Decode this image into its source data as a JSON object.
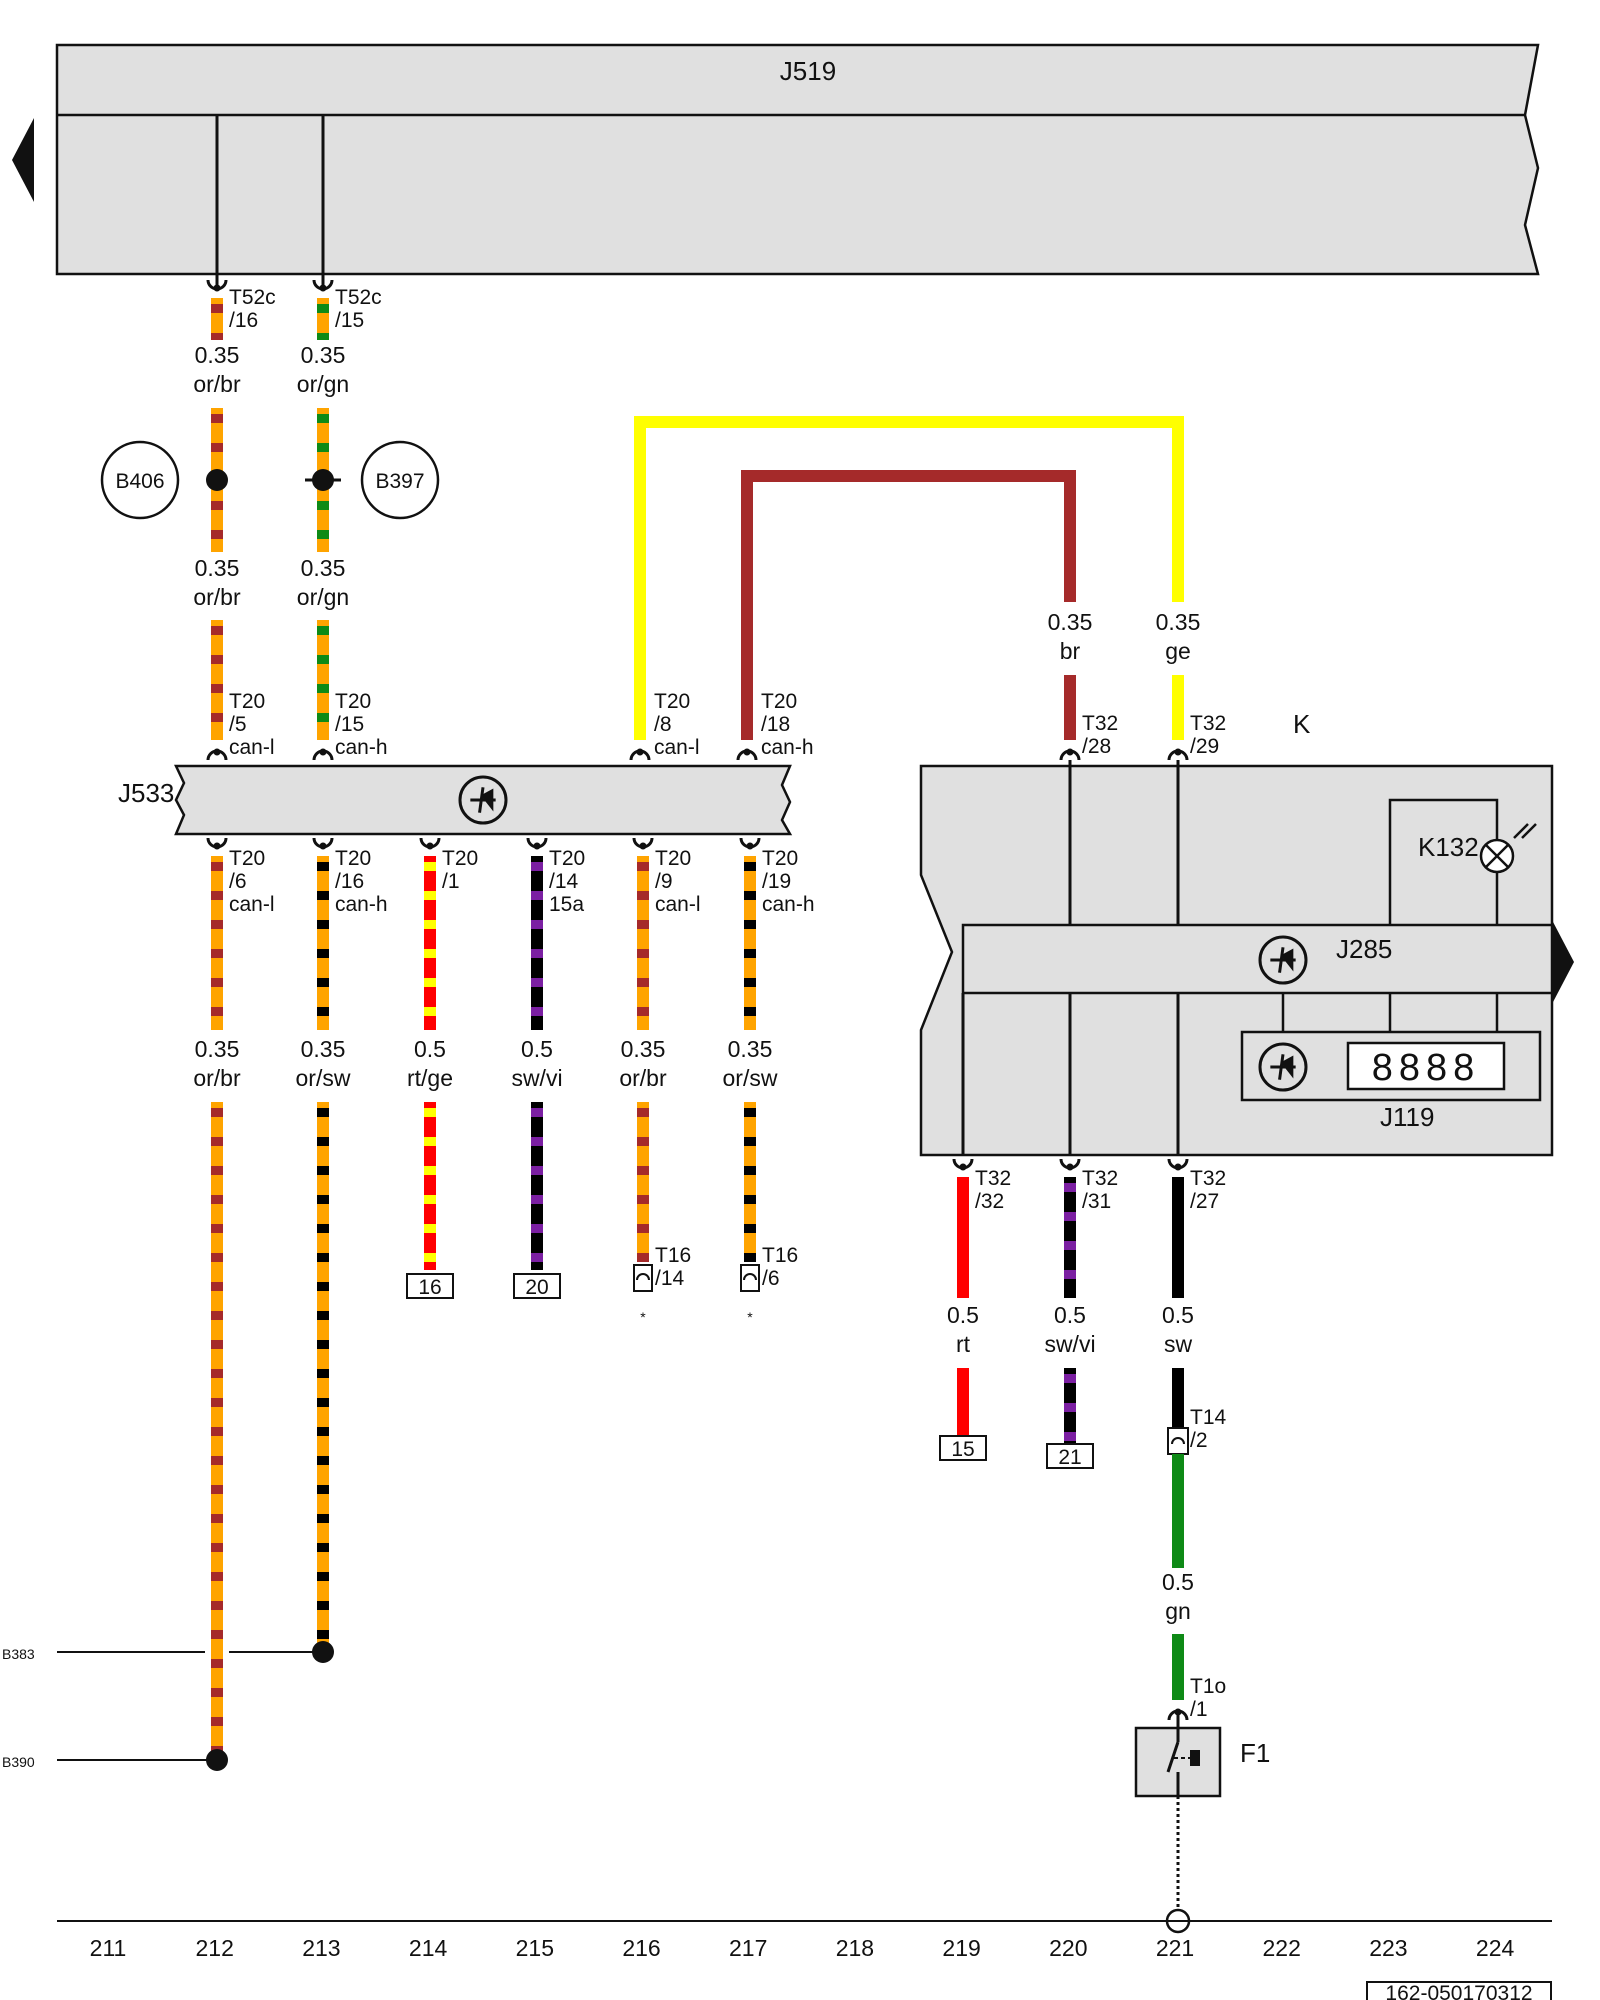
{
  "title_component": "J519",
  "components": {
    "J533": "J533",
    "J285": "J285",
    "J119": "J119",
    "K": "K",
    "K132": "K132",
    "F1": "F1",
    "B406": "B406",
    "B397": "B397",
    "display": "8888"
  },
  "wires": [
    {
      "id": "w1",
      "size": "0.35",
      "color": "or/br"
    },
    {
      "id": "w2",
      "size": "0.35",
      "color": "or/gn"
    },
    {
      "id": "w3",
      "size": "0.35",
      "color": "or/br"
    },
    {
      "id": "w4",
      "size": "0.35",
      "color": "or/gn"
    },
    {
      "id": "w5",
      "size": "0.35",
      "color": "br"
    },
    {
      "id": "w6",
      "size": "0.35",
      "color": "ge"
    },
    {
      "id": "w7",
      "size": "0.35",
      "color": "or/br"
    },
    {
      "id": "w8",
      "size": "0.35",
      "color": "or/sw"
    },
    {
      "id": "w9",
      "size": "0.5",
      "color": "rt/ge"
    },
    {
      "id": "w10",
      "size": "0.5",
      "color": "sw/vi"
    },
    {
      "id": "w11",
      "size": "0.35",
      "color": "or/br"
    },
    {
      "id": "w12",
      "size": "0.35",
      "color": "or/sw"
    },
    {
      "id": "w13",
      "size": "0.5",
      "color": "rt"
    },
    {
      "id": "w14",
      "size": "0.5",
      "color": "sw/vi"
    },
    {
      "id": "w15",
      "size": "0.5",
      "color": "sw"
    },
    {
      "id": "w16",
      "size": "0.5",
      "color": "gn"
    }
  ],
  "pins": [
    {
      "id": "p1",
      "lines": [
        "T52c",
        "/16"
      ]
    },
    {
      "id": "p2",
      "lines": [
        "T52c",
        "/15"
      ]
    },
    {
      "id": "p3",
      "lines": [
        "T20",
        "/5",
        "can-l"
      ]
    },
    {
      "id": "p4",
      "lines": [
        "T20",
        "/15",
        "can-h"
      ]
    },
    {
      "id": "p5",
      "lines": [
        "T20",
        "/8",
        "can-l"
      ]
    },
    {
      "id": "p6",
      "lines": [
        "T20",
        "/18",
        "can-h"
      ]
    },
    {
      "id": "p7",
      "lines": [
        "T32",
        "/28"
      ]
    },
    {
      "id": "p8",
      "lines": [
        "T32",
        "/29"
      ]
    },
    {
      "id": "p9",
      "lines": [
        "T20",
        "/6",
        "can-l"
      ]
    },
    {
      "id": "p10",
      "lines": [
        "T20",
        "/16",
        "can-h"
      ]
    },
    {
      "id": "p11",
      "lines": [
        "T20",
        "/1"
      ]
    },
    {
      "id": "p12",
      "lines": [
        "T20",
        "/14",
        "15a"
      ]
    },
    {
      "id": "p13",
      "lines": [
        "T20",
        "/9",
        "can-l"
      ]
    },
    {
      "id": "p14",
      "lines": [
        "T20",
        "/19",
        "can-h"
      ]
    },
    {
      "id": "p15",
      "lines": [
        "T16",
        "/14"
      ]
    },
    {
      "id": "p16",
      "lines": [
        "T16",
        "/6"
      ]
    },
    {
      "id": "p17",
      "lines": [
        "T32",
        "/32"
      ]
    },
    {
      "id": "p18",
      "lines": [
        "T32",
        "/31"
      ]
    },
    {
      "id": "p19",
      "lines": [
        "T32",
        "/27"
      ]
    },
    {
      "id": "p20",
      "lines": [
        "T14",
        "/2"
      ]
    },
    {
      "id": "p21",
      "lines": [
        "T1o",
        "/1"
      ]
    }
  ],
  "terminal_refs": [
    "16",
    "20",
    "15",
    "21"
  ],
  "asterisk": "*",
  "bus_labels": {
    "B383": "B383",
    "B390": "B390"
  },
  "column_numbers": [
    "211",
    "212",
    "213",
    "214",
    "215",
    "216",
    "217",
    "218",
    "219",
    "220",
    "221",
    "222",
    "223",
    "224"
  ],
  "diagram_id": "162-050170312",
  "colors": {
    "or": "#ffa400",
    "br": "#a52a2a",
    "gn": "#0e8a16",
    "sw": "#000000",
    "ge": "#ffff00",
    "rt": "#ff0000",
    "vi": "#7b1fa2",
    "housing": "#e0e0e0"
  }
}
